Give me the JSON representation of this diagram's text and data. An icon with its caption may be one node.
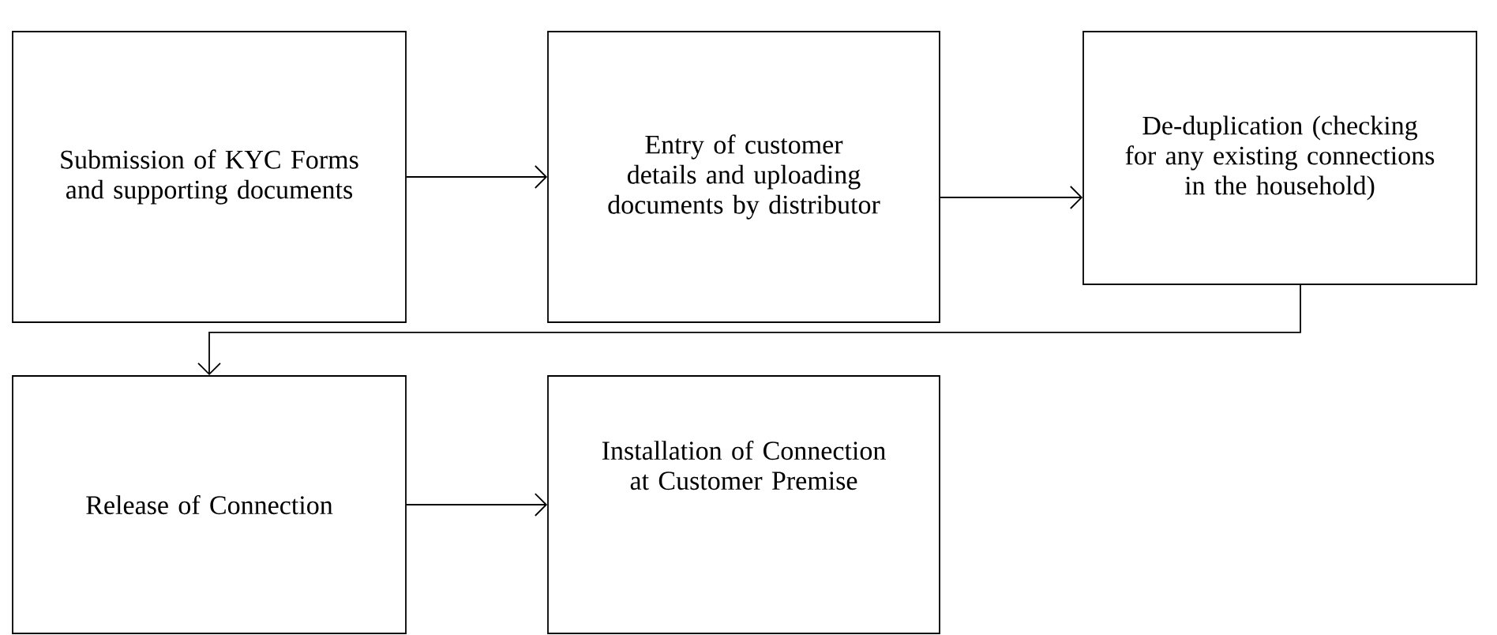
{
  "diagram": {
    "nodes": [
      {
        "text": [
          "Submission of KYC Forms and supporting documents"
        ]
      },
      {
        "text": [
          "Entry of customer details and uploading documents by distributor"
        ]
      },
      {
        "text": [
          "De-duplication (checking for any existing connections in the household)"
        ]
      },
      {
        "text": [
          "Release of Connection"
        ]
      },
      {
        "text": [
          "Installation of Connection at Customer Premise"
        ]
      }
    ],
    "edges": [
      {
        "from": 0,
        "to": 1,
        "arrow": "to"
      },
      {
        "from": 1,
        "to": 2,
        "arrow": "to"
      },
      {
        "from": 2,
        "to": 3,
        "arrow": "to"
      },
      {
        "from": 3,
        "to": 4,
        "arrow": "to"
      }
    ]
  }
}
